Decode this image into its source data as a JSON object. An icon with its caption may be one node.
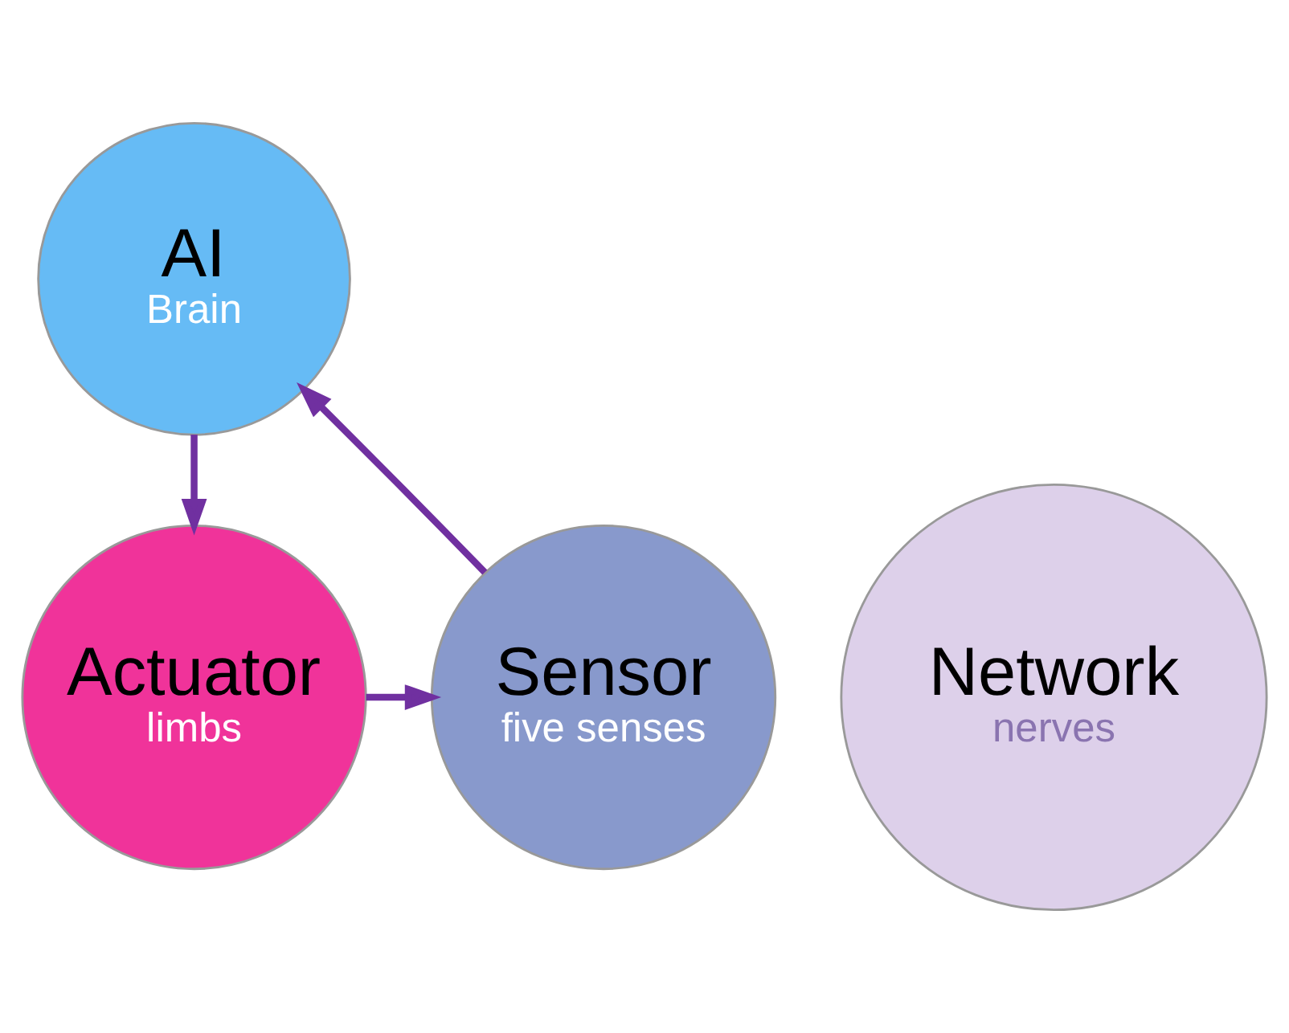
{
  "diagram": {
    "nodes": [
      {
        "text": [
          "AI",
          "Brain"
        ]
      },
      {
        "text": [
          "Network",
          "nerves"
        ]
      },
      {
        "text": [
          "Sensor",
          "five senses"
        ]
      },
      {
        "text": [
          "Actuator",
          "limbs"
        ]
      }
    ],
    "edges": [
      {
        "from": 0,
        "to": 3,
        "arrow": "to"
      },
      {
        "from": 3,
        "to": 2,
        "arrow": "to"
      },
      {
        "from": 2,
        "to": 0,
        "arrow": "to"
      }
    ]
  }
}
